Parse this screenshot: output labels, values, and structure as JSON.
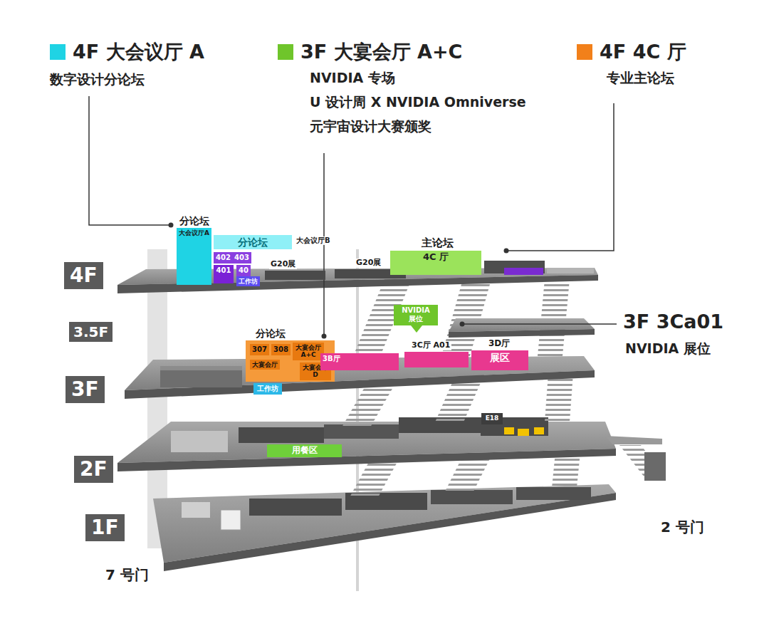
{
  "diagram": {
    "nodes": [
      {
        "text": [
          "分论坛",
          "大会议厅A"
        ]
      },
      {
        "text": [
          "分论坛",
          "大会议厅B"
        ]
      },
      {
        "text": [
          "402"
        ]
      },
      {
        "text": [
          "403"
        ]
      },
      {
        "text": [
          "401"
        ]
      },
      {
        "text": [
          "40"
        ]
      },
      {
        "text": [
          "工作坊"
        ]
      },
      {
        "text": [
          "G20展"
        ]
      },
      {
        "text": [
          "G20展"
        ]
      },
      {
        "text": [
          "主论坛",
          "4C 厅"
        ]
      },
      {
        "text": [
          "NVIDIA 展位"
        ]
      },
      {
        "text": [
          "分论坛"
        ]
      },
      {
        "text": [
          "307"
        ],
        "in": 11
      },
      {
        "text": [
          "308"
        ],
        "in": 11
      },
      {
        "text": [
          "大宴会厅"
        ],
        "in": 11
      },
      {
        "text": [
          "大宴会厅 A+C"
        ],
        "in": 11
      },
      {
        "text": [
          "大宴会厅 D"
        ],
        "in": 11
      },
      {
        "text": [
          "工作坊"
        ]
      },
      {
        "text": [
          "3B厅"
        ]
      },
      {
        "text": [
          "3C厅 A01"
        ]
      },
      {
        "text": [
          "3D厅",
          "展区"
        ]
      },
      {
        "text": [
          "用餐区"
        ]
      },
      {
        "text": [
          "E18"
        ]
      }
    ],
    "labels": [
      "数字设计分论坛",
      "NVIDIA 专场",
      "U 设计周 X NVIDIA Omniverse",
      "元宇宙设计大赛颁奖",
      "专业主论坛",
      "3F 3Ca01",
      "NVIDIA 展位",
      "4F",
      "3.5F",
      "3F",
      "2F",
      "1F",
      "7 号门",
      "2 号门"
    ],
    "legend": [
      {
        "text": "4F 大会议厅 A",
        "color": "#1fd3e4"
      },
      {
        "text": "3F 大宴会厅 A+C",
        "color": "#6fc52b"
      },
      {
        "text": "4F 4C 厅",
        "color": "#f2801a"
      }
    ]
  }
}
